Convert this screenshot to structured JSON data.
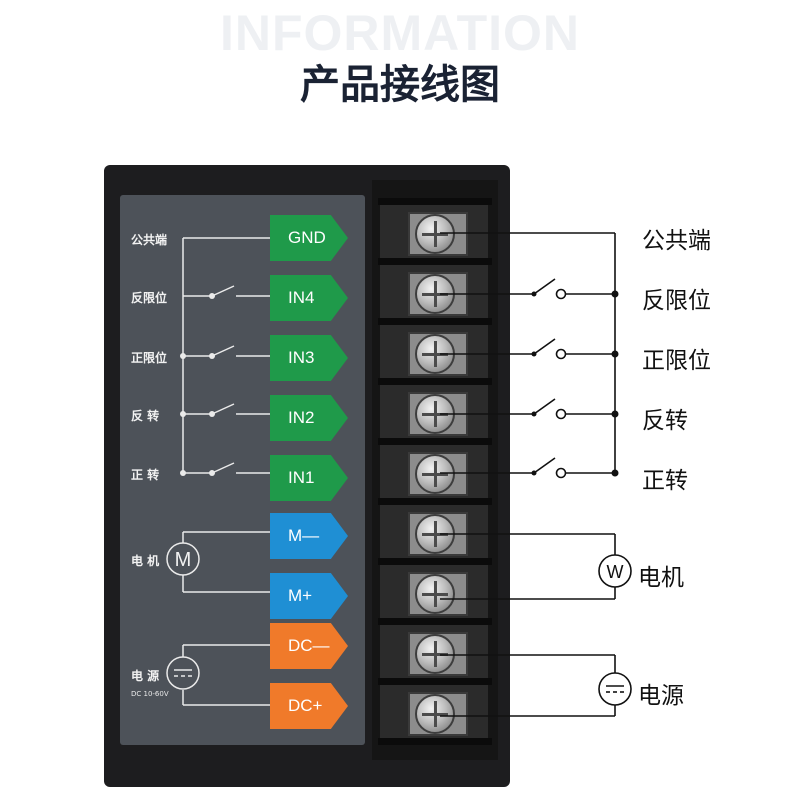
{
  "header": {
    "watermark": "INFORMATION",
    "title": "产品接线图"
  },
  "badges": [
    {
      "label": "GND",
      "color": "#1f9a4a"
    },
    {
      "label": "IN4",
      "color": "#1f9a4a"
    },
    {
      "label": "IN3",
      "color": "#1f9a4a"
    },
    {
      "label": "IN2",
      "color": "#1f9a4a"
    },
    {
      "label": "IN1",
      "color": "#1f9a4a"
    },
    {
      "label": "M—",
      "color": "#1f8fd4"
    },
    {
      "label": "M+",
      "color": "#1f8fd4"
    },
    {
      "label": "DC—",
      "color": "#f07a2a"
    },
    {
      "label": "DC+",
      "color": "#f07a2a"
    }
  ],
  "panel_labels": {
    "common": "公共端",
    "reverse_limit": "反限位",
    "forward_limit": "正限位",
    "reverse": "反 转",
    "forward": "正 转",
    "motor": "电 机",
    "power": "电 源",
    "power_range": "DC 10-60V"
  },
  "symbols": {
    "motor_panel": "M",
    "motor_right": "W"
  },
  "right_labels": {
    "common": "公共端",
    "reverse_limit": "反限位",
    "forward_limit": "正限位",
    "reverse": "反转",
    "forward": "正转",
    "motor": "电机",
    "power": "电源"
  }
}
